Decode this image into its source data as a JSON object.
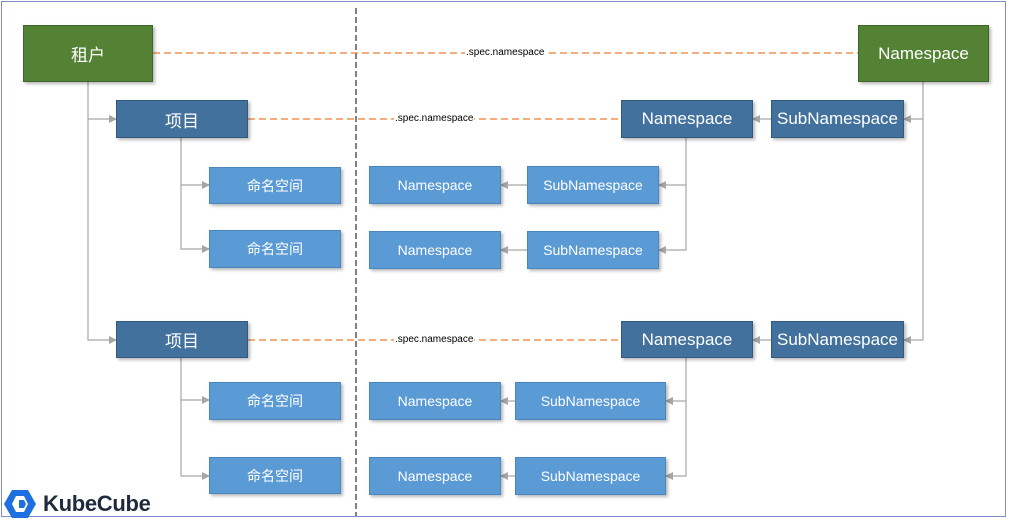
{
  "nodes": {
    "tenant": "租户",
    "project1": "项目",
    "project2": "项目",
    "p1_ns1": "命名空间",
    "p1_ns2": "命名空间",
    "p2_ns1": "命名空间",
    "p2_ns2": "命名空间",
    "top_namespace": "Namespace",
    "r1_namespace": "Namespace",
    "r1_subnamespace": "SubNamespace",
    "r1a_namespace": "Namespace",
    "r1a_subnamespace": "SubNamespace",
    "r1b_namespace": "Namespace",
    "r1b_subnamespace": "SubNamespace",
    "r2_namespace": "Namespace",
    "r2_subnamespace": "SubNamespace",
    "r2a_namespace": "Namespace",
    "r2a_subnamespace": "SubNamespace",
    "r2b_namespace": "Namespace",
    "r2b_subnamespace": "SubNamespace"
  },
  "edge_labels": {
    "tenant_link": ".spec.namespace",
    "project1_link": ".spec.namespace",
    "project2_link": ".spec.namespace"
  },
  "logo": {
    "text": "KubeCube"
  },
  "colors": {
    "tenant_green": "#548235",
    "dark_blue": "#41719c",
    "light_blue": "#5b9bd5",
    "dashed_orange": "#ed7d31",
    "connector_gray": "#a6a6a6",
    "frame_border": "#7f8cc9"
  }
}
